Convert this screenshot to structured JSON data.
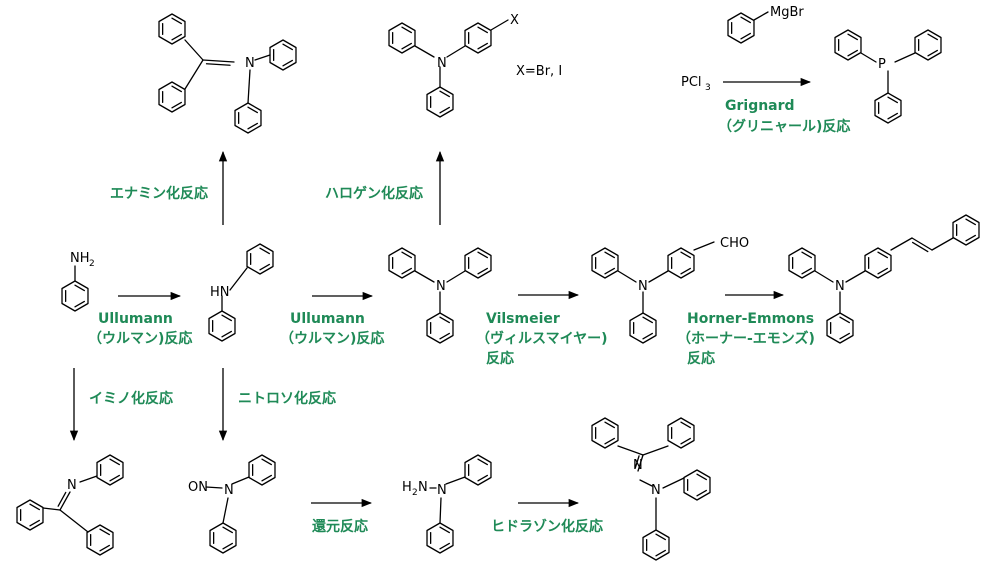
{
  "colors": {
    "reaction_label": "#1f8a57",
    "structure": "#000000"
  },
  "atoms": {
    "N": "N",
    "NH2": "NH",
    "NH2_sub": "2",
    "HN": "HN",
    "H2N_H": "H",
    "H2N_sub": "2",
    "H2N_N": "N",
    "ON": "ON",
    "X": "X",
    "CHO": "CHO",
    "P": "P",
    "MgBr": "MgBr",
    "PCl": "PCl",
    "PCl_sub": "3"
  },
  "notes": {
    "x_def": "X=Br, I"
  },
  "reactions": {
    "enamine": "エナミン化反応",
    "halogen": "ハロゲン化反応",
    "grignard_1": "Grignard",
    "grignard_2": "（グリニャール)反応",
    "ullmann1_1": "Ullumann",
    "ullmann1_2": "（ウルマン)反応",
    "ullmann2_1": "Ullumann",
    "ullmann2_2": "（ウルマン)反応",
    "vilsmeier_1": "Vilsmeier",
    "vilsmeier_2": "（ヴィルスマイヤー)",
    "vilsmeier_3": "反応",
    "horner_1": "Horner-Emmons",
    "horner_2": "（ホーナー-エモンズ)",
    "horner_3": "反応",
    "imino": "イミノ化反応",
    "nitroso": "ニトロソ化反応",
    "reduction": "還元反応",
    "hydrazone": "ヒドラゾン化反応"
  }
}
